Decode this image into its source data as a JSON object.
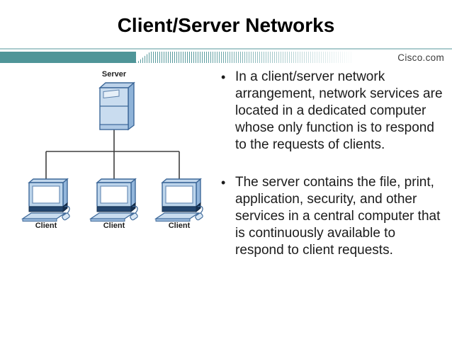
{
  "slide": {
    "title": "Client/Server Networks",
    "brand": "Cisco.com"
  },
  "diagram": {
    "type": "client-server-network-topology",
    "server_label": "Server",
    "client_labels": [
      "Client",
      "Client",
      "Client"
    ],
    "connections": "server connected by a bus line to three clients"
  },
  "bullets": [
    "In a client/server network arrangement, network services are located in a dedicated computer whose only function is to respond to the requests of clients.",
    "The server contains the file, print, application, security, and other services in a central computer that is continuously available to respond to client requests."
  ],
  "colors": {
    "accent_teal": "#4F9598",
    "rule_teal_light": "#AACBCD",
    "title_text": "#000000",
    "body_text": "#1B1B1B",
    "brand_text": "#3C3C3C",
    "diagram_outline": "#3D6899",
    "diagram_fill_light": "#C9DCEF",
    "diagram_fill_medium": "#93B6DB",
    "diagram_fill_dark": "#24466E",
    "connector_gray": "#3F3F3F"
  }
}
